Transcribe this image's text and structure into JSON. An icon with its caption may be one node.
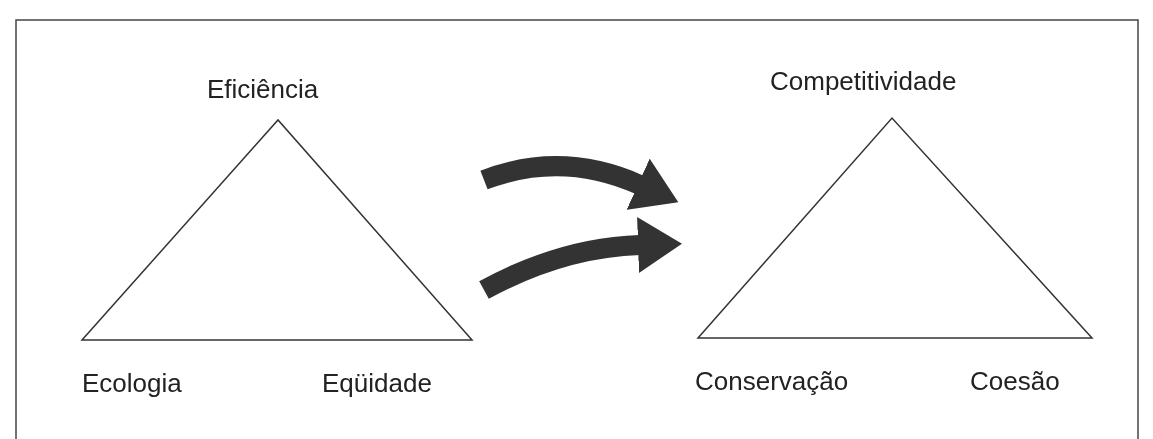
{
  "diagram": {
    "nodes": [
      {
        "text": [
          "Eficiência",
          "Ecologia",
          "Eqüidade"
        ]
      },
      {
        "text": [
          "Competitividade",
          "Conservação",
          "Coesão"
        ]
      }
    ],
    "edges": [
      {
        "from": 0,
        "to": 1,
        "arrow": "to"
      },
      {
        "from": 0,
        "to": 1,
        "arrow": "to"
      }
    ]
  }
}
